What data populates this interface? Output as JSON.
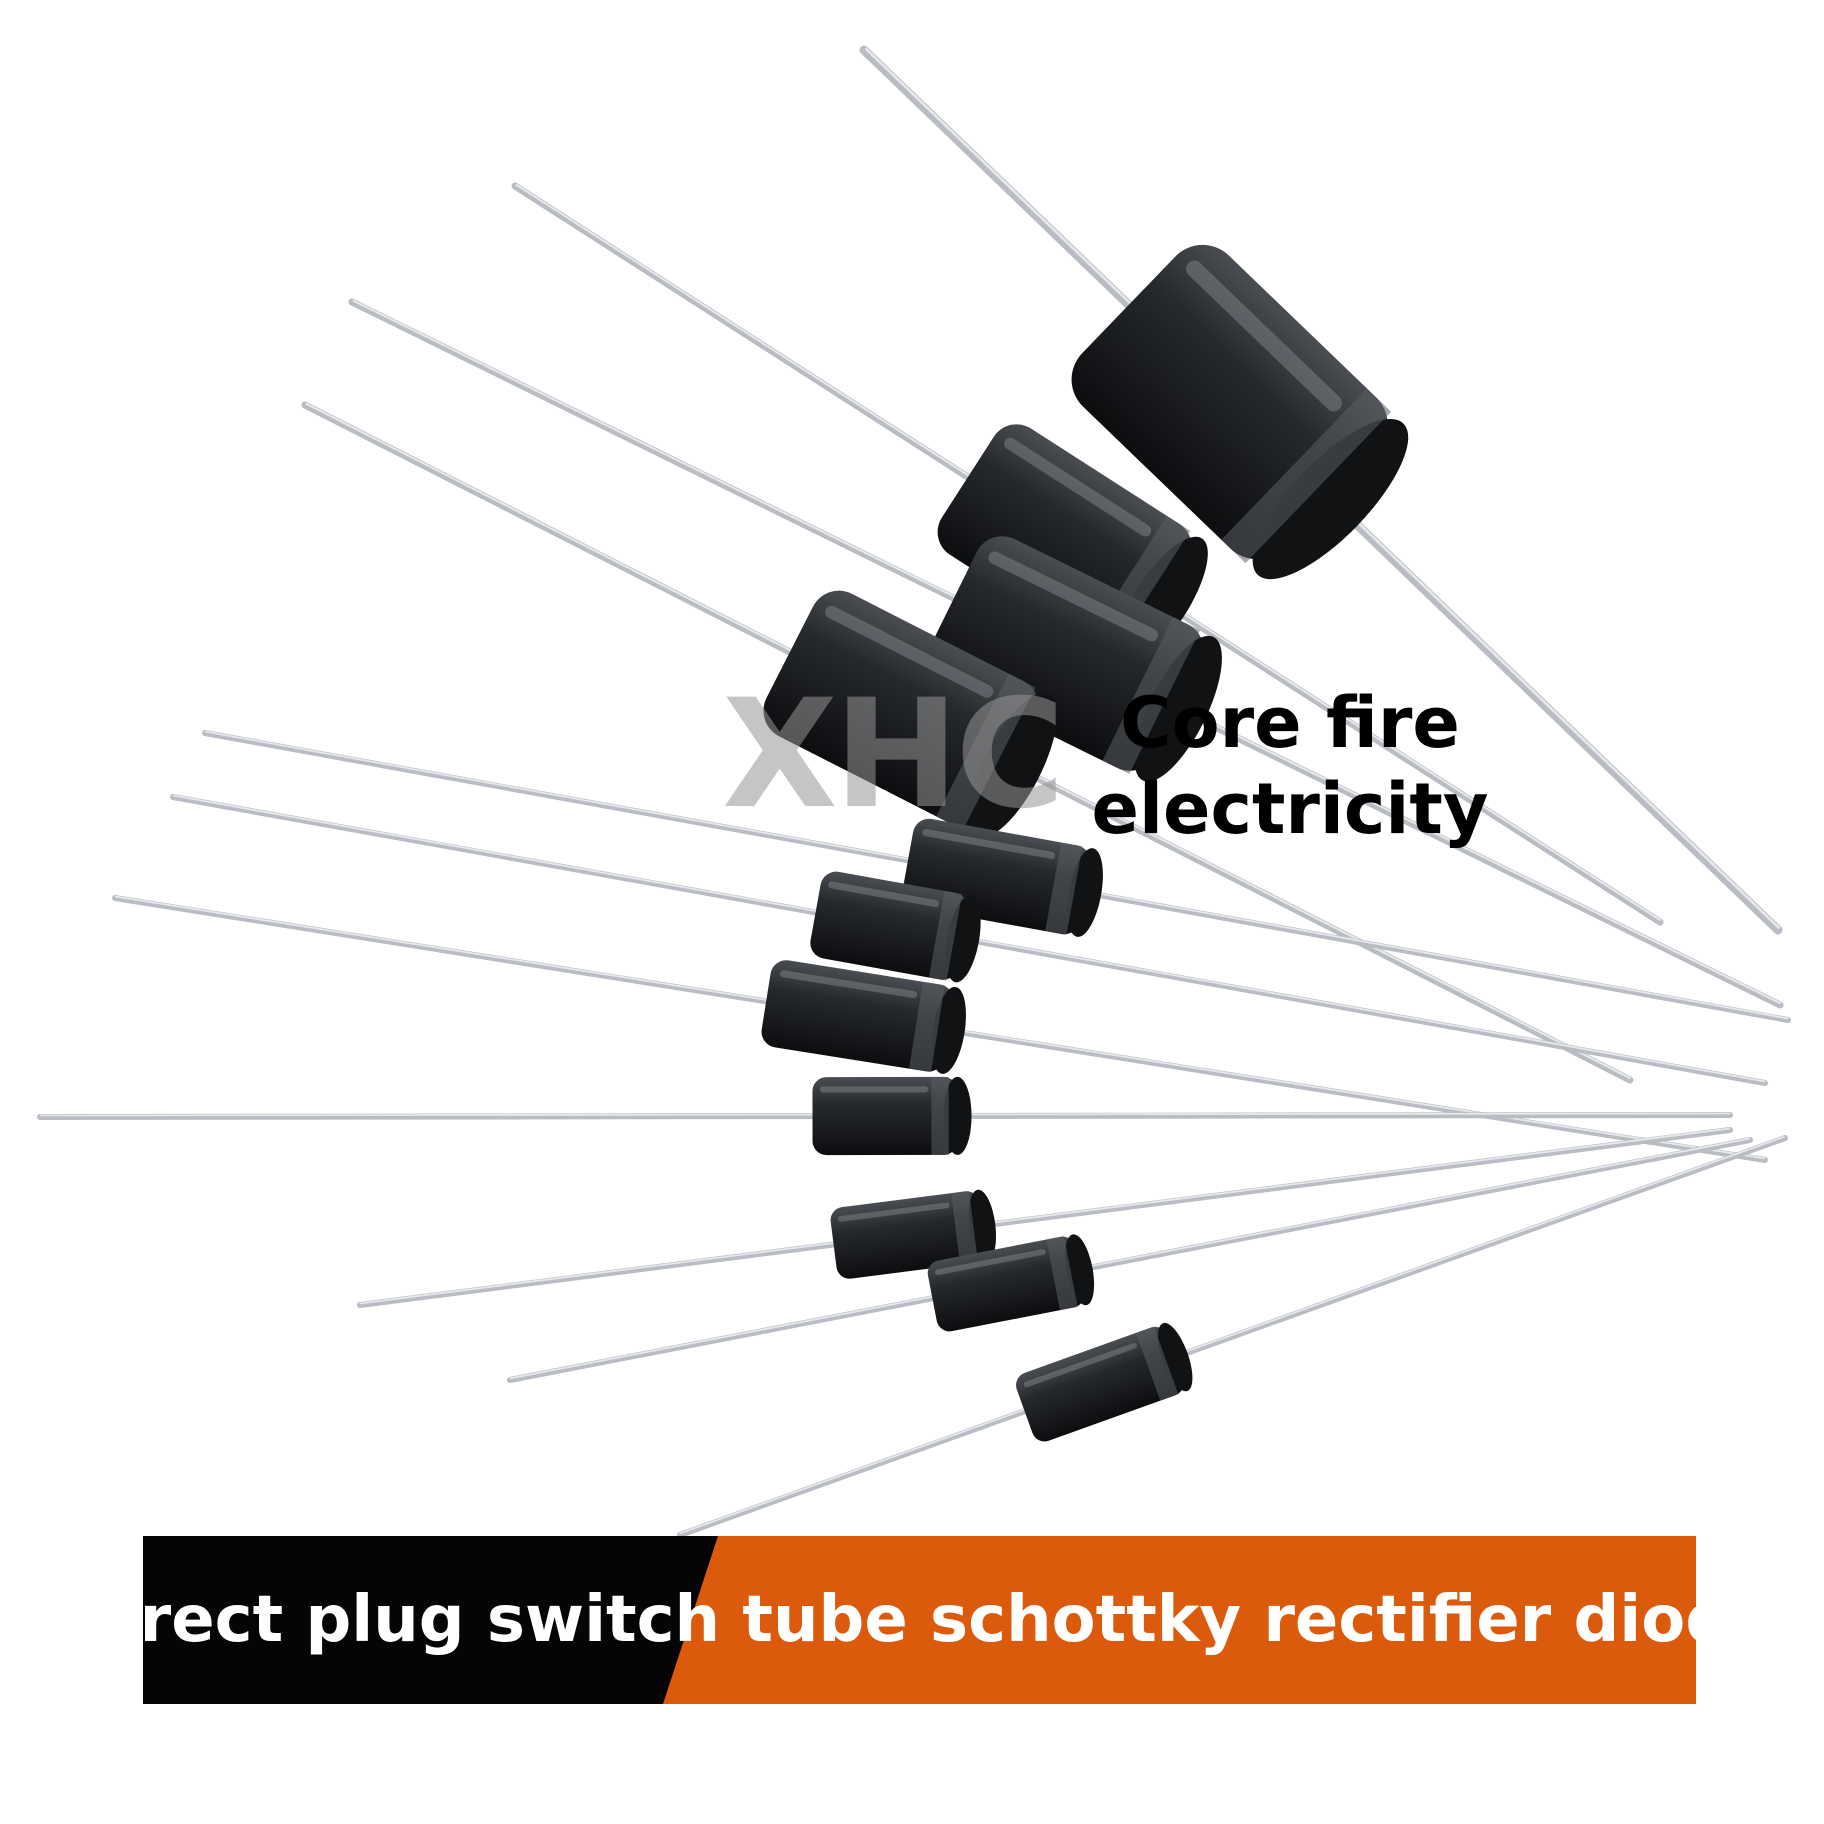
{
  "watermark": "XHC",
  "label": {
    "line1": "Core fire",
    "line2": "electricity"
  },
  "banner": {
    "text": "Direct plug switch tube schottky rectifier diode",
    "dark_color": "#050505",
    "accent_color": "#dc5a0c"
  },
  "colors": {
    "lead": "#b9bcc2",
    "body": "#202326"
  }
}
